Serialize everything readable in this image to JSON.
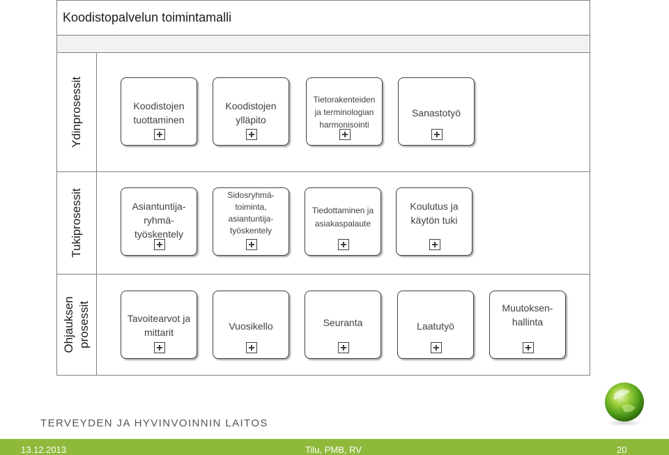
{
  "pool": {
    "title": "Koodistopalvelun toimintamalli"
  },
  "lanes": [
    {
      "label": "Ydinprosessit",
      "boxes": [
        {
          "label": "Koodistojen\ntuottaminen"
        },
        {
          "label": "Koodistojen\nylläpito"
        },
        {
          "label": "Tietorakenteiden\nja terminologian\nharmonisointi"
        },
        {
          "label": "Sanastotyö"
        }
      ]
    },
    {
      "label": "Tukiprosessit",
      "boxes": [
        {
          "label": "Asiantuntija-\nryhmä-\ntyöskentely"
        },
        {
          "label": "Sidosryhmä-\ntoiminta,\nasiantuntija-\ntyöskentely"
        },
        {
          "label": "Tiedottaminen ja\nasiakaspalaute"
        },
        {
          "label": "Koulutus ja\nkäytön tuki"
        }
      ]
    },
    {
      "label": "Ohjauksen\nprosessit",
      "boxes": [
        {
          "label": "Tavoitearvot ja\nmittarit"
        },
        {
          "label": "Vuosikello"
        },
        {
          "label": "Seuranta"
        },
        {
          "label": "Laatutyö"
        },
        {
          "label": "Muutoksen-\nhallinta"
        }
      ]
    }
  ],
  "footer": {
    "organization": "TERVEYDEN JA HYVINVOINNIN LAITOS",
    "date": "13.12.2013",
    "author": "Tilu, PMB, RV",
    "page": "20"
  },
  "colors": {
    "footer_bar": "#8fb93a",
    "border": "#7f7f7f",
    "text": "#404040"
  }
}
